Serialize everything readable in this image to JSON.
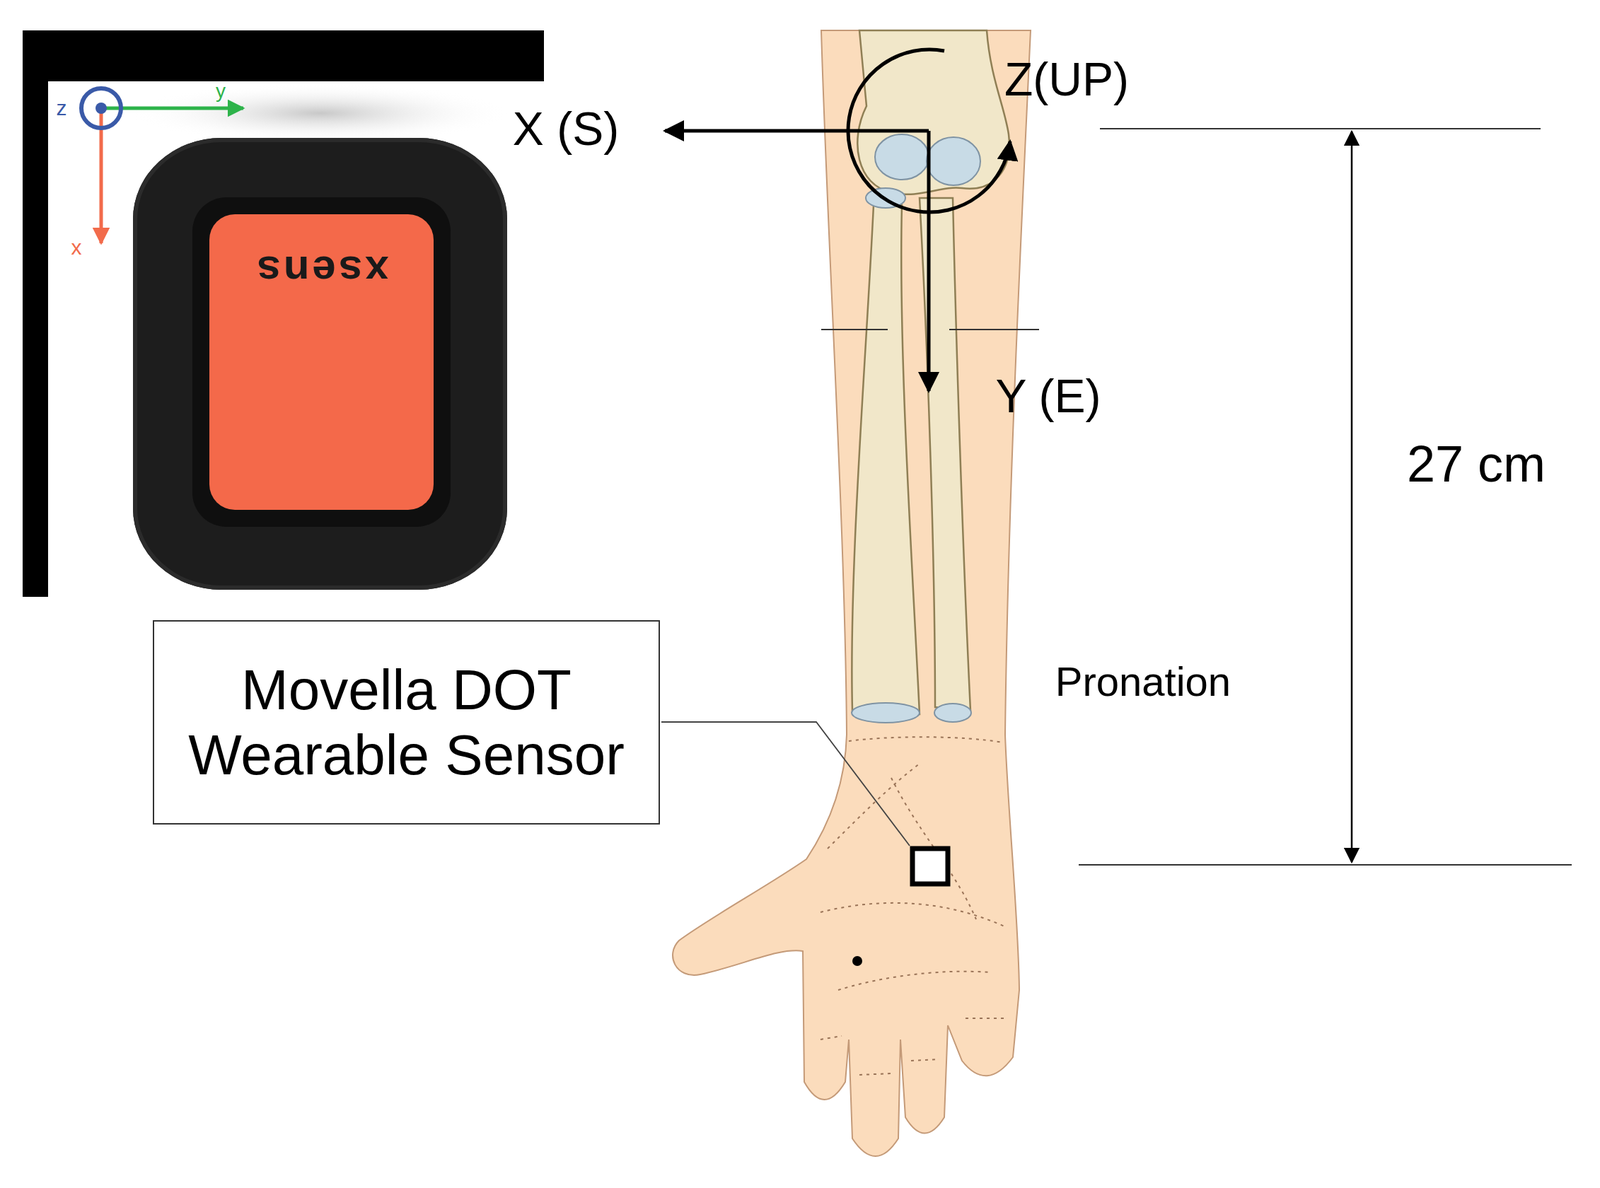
{
  "diagram": {
    "nodes": [
      {
        "text": [
          "xsens"
        ]
      },
      {
        "text": [
          "Movella DOT Wearable Sensor"
        ]
      }
    ],
    "labels": [
      "z",
      "y",
      "x",
      "X (S)",
      "Z(UP)",
      "Y (E)",
      "27 cm",
      "Pronation"
    ]
  }
}
